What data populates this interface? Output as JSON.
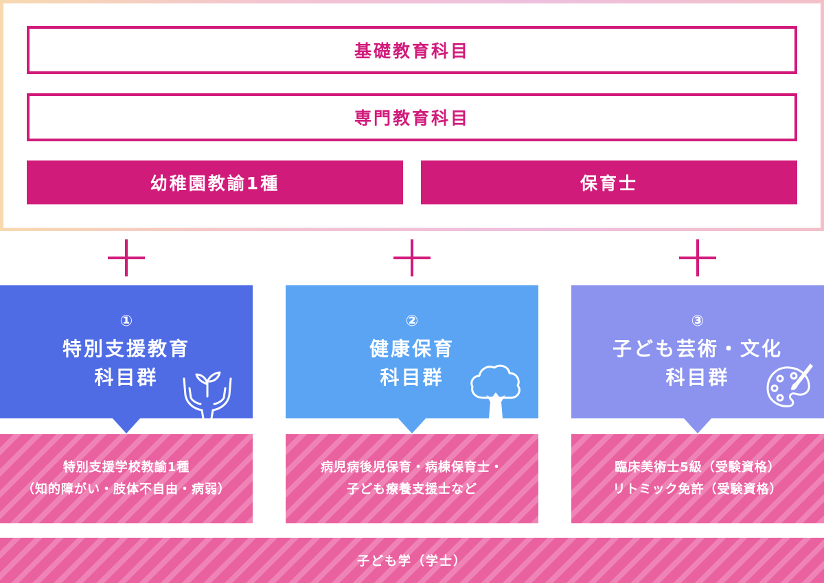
{
  "top": {
    "basic_subjects": "基礎教育科目",
    "specialized_subjects": "専門教育科目",
    "qualifications": [
      "幼稚園教諭1種",
      "保育士"
    ]
  },
  "groups": [
    {
      "number": "①",
      "name_line1": "特別支援教育",
      "name_line2": "科目群",
      "icon": "sprout-hands-icon",
      "color": "#4f6ce5",
      "result_line1": "特別支援学校教諭1種",
      "result_line2": "（知的障がい・肢体不自由・病弱）"
    },
    {
      "number": "②",
      "name_line1": "健康保育",
      "name_line2": "科目群",
      "icon": "tree-icon",
      "color": "#5aa4f3",
      "result_line1": "病児病後児保育・病棟保育士・",
      "result_line2": "子ども療養支援士など"
    },
    {
      "number": "③",
      "name_line1": "子ども芸術・文化",
      "name_line2": "科目群",
      "icon": "palette-brush-icon",
      "color": "#8b93ee",
      "result_line1": "臨床美術士5級（受験資格）",
      "result_line2": "リトミック免許（受験資格）"
    }
  ],
  "degree": "子ども学（学士）",
  "colors": {
    "accent": "#d11b7b",
    "stripe_dark": "#e9619f",
    "stripe_light": "#ef83b6"
  }
}
